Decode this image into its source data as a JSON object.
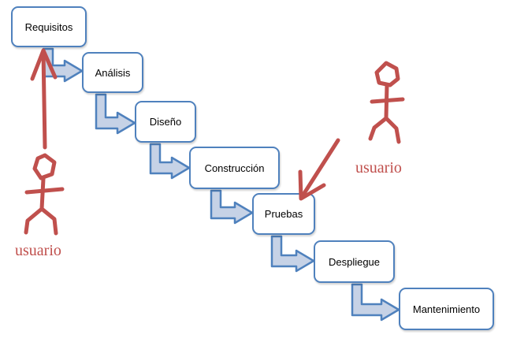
{
  "stages": [
    "Requisitos",
    "Análisis",
    "Diseño",
    "Construcción",
    "Pruebas",
    "Despliegue",
    "Mantenimiento"
  ],
  "user_left": {
    "label": "usuario"
  },
  "user_right": {
    "label": "usuario"
  },
  "colors": {
    "box_border": "#4f81bd",
    "connector_fill": "#c6d2e6",
    "connector_stroke": "#4f81bd",
    "user": "#c0504d"
  }
}
